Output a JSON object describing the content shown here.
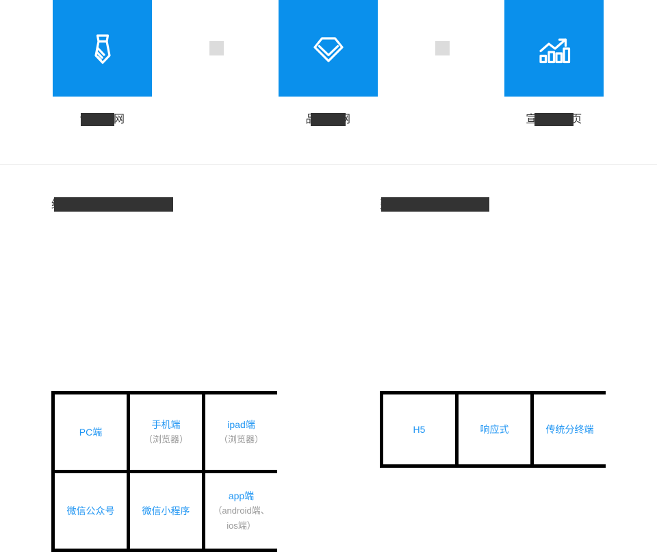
{
  "top_strip": {
    "features": [
      {
        "icon": "necktie-icon",
        "label": "专业的网",
        "redacted": true
      },
      {
        "icon": "diamond-gem-icon",
        "label": "品质的网",
        "redacted": true
      },
      {
        "icon": "growth-chart-icon",
        "label": "宣传的网页",
        "redacted": true
      }
    ],
    "spacers": [
      "spacer-square-1",
      "spacer-square-2"
    ]
  },
  "panels": {
    "left": {
      "heading": "终端适配范围",
      "heading_redacted": true,
      "cells": [
        {
          "title": "PC端",
          "sub": ""
        },
        {
          "title": "手机端",
          "sub": "（浏览器）"
        },
        {
          "title": "ipad端",
          "sub": "（浏览器）"
        },
        {
          "title": "微信公众号",
          "sub": ""
        },
        {
          "title": "微信小程序",
          "sub": ""
        },
        {
          "title": "app端",
          "sub": "（android端、ios端）"
        }
      ]
    },
    "right": {
      "heading": "建站技术方案",
      "heading_redacted": true,
      "cells": [
        {
          "title": "H5",
          "sub": ""
        },
        {
          "title": "响应式",
          "sub": ""
        },
        {
          "title": "传统分终端",
          "sub": ""
        }
      ]
    }
  },
  "colors": {
    "brand_blue": "#0a90ec",
    "text_blue": "#2196f3",
    "text_dark": "#333333",
    "text_muted": "#9b9b9b",
    "grid_line": "#000000",
    "spacer_gray": "#dcdcdc",
    "divider": "#ececec"
  }
}
